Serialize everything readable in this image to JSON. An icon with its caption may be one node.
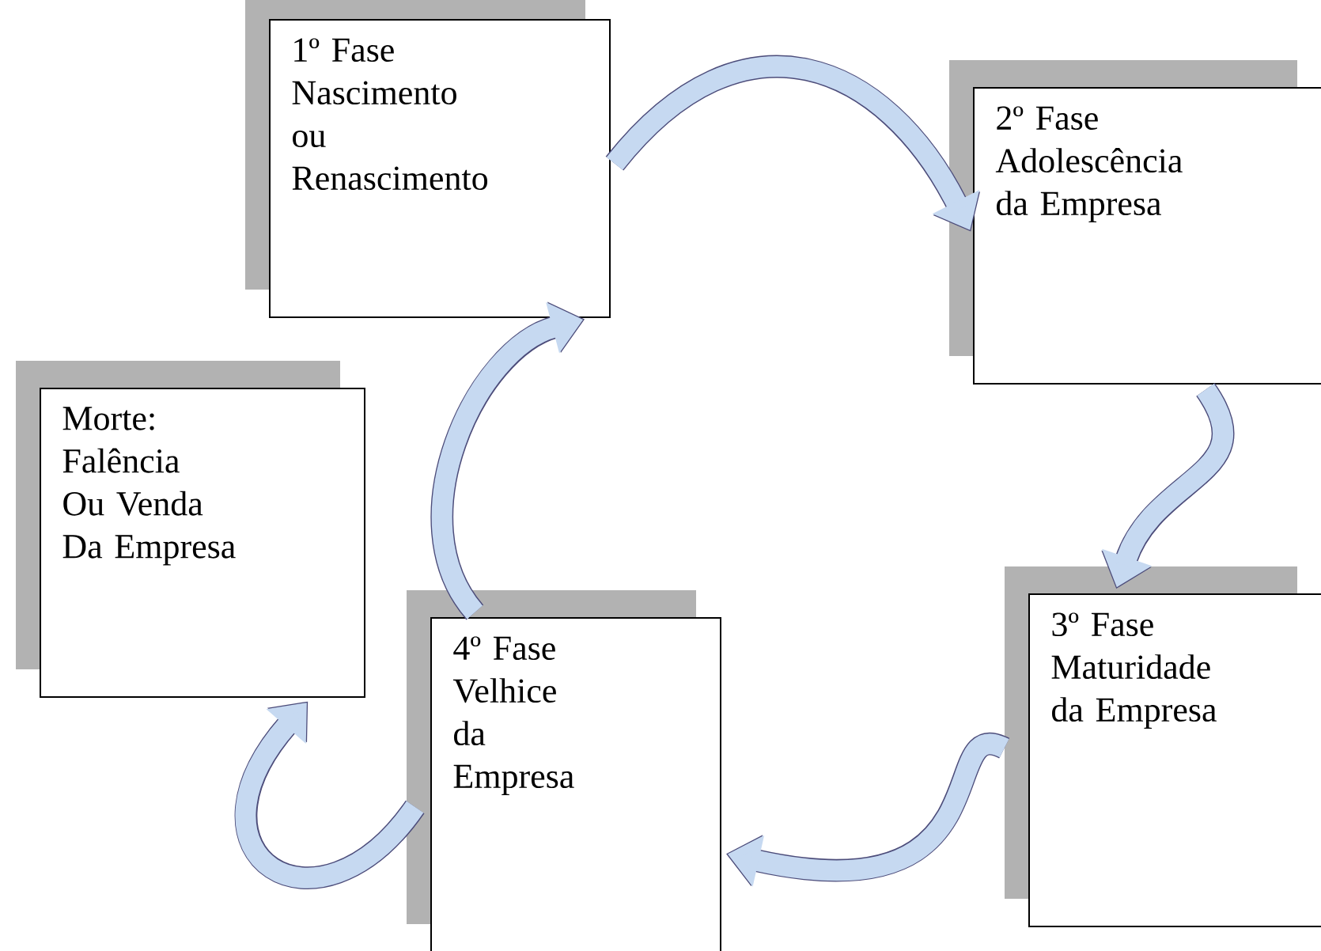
{
  "diagram": {
    "nodes": [
      {
        "text": [
          "1º Fase Nascimento ou Renascimento"
        ]
      },
      {
        "text": [
          "2º Fase Adolescência da Empresa"
        ]
      },
      {
        "text": [
          "3º Fase Maturidade da Empresa"
        ]
      },
      {
        "text": [
          "4º Fase Velhice da Empresa"
        ]
      },
      {
        "text": [
          "Morte: Falência Ou Venda Da Empresa"
        ]
      }
    ],
    "edges": [
      {
        "from": 0,
        "to": 1,
        "arrow": "to"
      },
      {
        "from": 1,
        "to": 2,
        "arrow": "to"
      },
      {
        "from": 2,
        "to": 3,
        "arrow": "to"
      },
      {
        "from": 3,
        "to": 0,
        "arrow": "to"
      },
      {
        "from": 3,
        "to": 4,
        "arrow": "to",
        "color": "#c6d9f1"
      }
    ]
  }
}
